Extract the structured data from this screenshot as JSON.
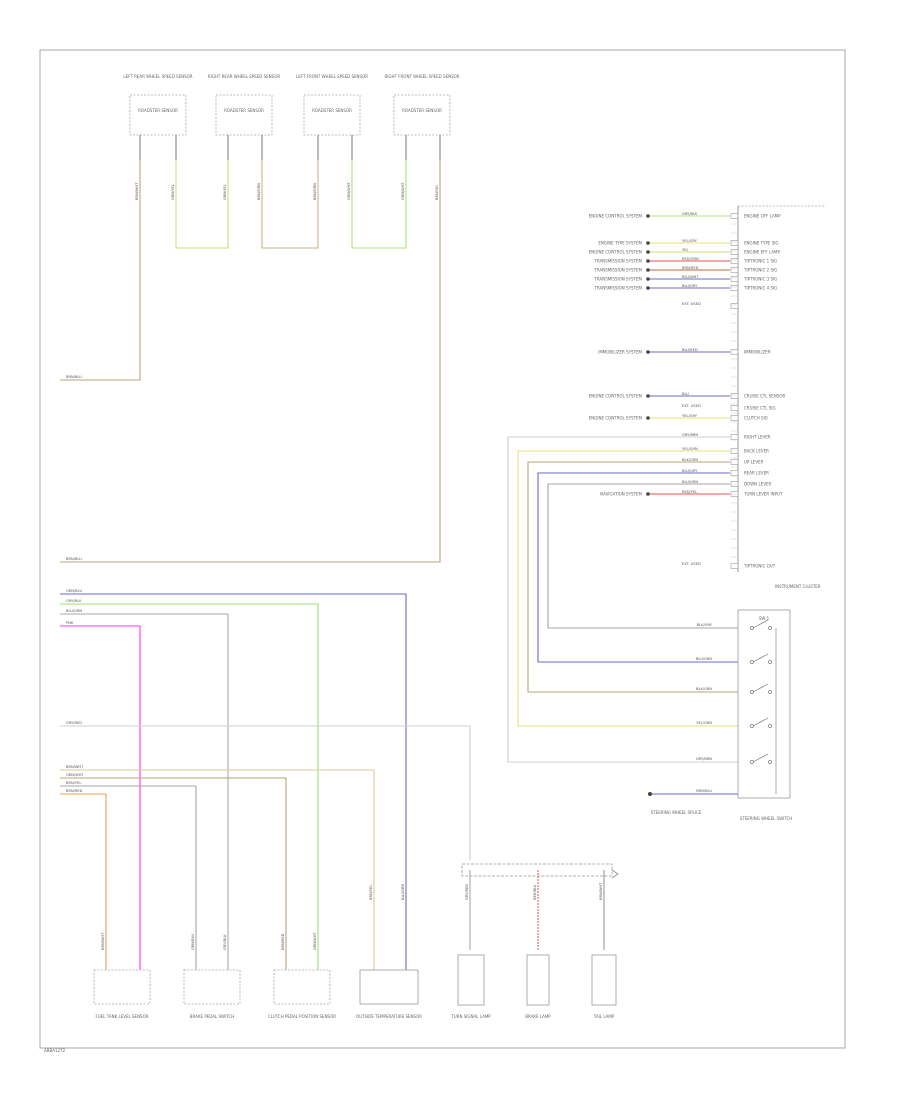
{
  "footer_code": "ABBA1272",
  "sensors": [
    {
      "title": "LEFT REAR WHEEL SPEED SENSOR",
      "label": "ROADSTER SENSOR",
      "wires": [
        "BRN/WHT",
        "GRN/YEL"
      ]
    },
    {
      "title": "RIGHT REAR WHEEL SPEED SENSOR",
      "label": "ROADSTER SENSOR",
      "wires": [
        "GRN/YEL",
        "BRN/GRN"
      ]
    },
    {
      "title": "LEFT FRONT WHEEL SPEED SENSOR",
      "label": "ROADSTER SENSOR",
      "wires": [
        "BRN/GRN",
        "GRN/WHT"
      ]
    },
    {
      "title": "RIGHT FRONT WHEEL SPEED SENSOR",
      "label": "ROADSTER SENSOR",
      "wires": [
        "GRN/WHT",
        "BRN/YEL"
      ]
    }
  ],
  "left_wires": {
    "top1": "BRN/BLU",
    "top2": "BRN/BLU",
    "group": [
      "GRN/BLU",
      "GRY/BLU",
      "BLU/GRN",
      "PNK"
    ],
    "single": "GRY/RED",
    "group2": [
      "BRN/WHT",
      "GRN/WHT",
      "BRN/YEL",
      "BRN/RED"
    ]
  },
  "cluster": {
    "name": "INSTRUMENT CLUSTER",
    "pins": [
      {
        "src": "ENGINE CONTROL SYSTEM",
        "wire": "GRY/BLK",
        "func": "ENGINE OFF LAMP"
      },
      {
        "src": "ENGINE TYPE SYSTEM",
        "wire": "YEL/GRY",
        "func": "ENGINE TYPE SIG"
      },
      {
        "src": "ENGINE CONTROL SYSTEM",
        "wire": "YEL",
        "func": "ENGINE EFF LAMP"
      },
      {
        "src": "TRANSMISSION SYSTEM",
        "wire": "RED/GRN",
        "func": "TIPTRONIC 1 SIG"
      },
      {
        "src": "TRANSMISSION SYSTEM",
        "wire": "BRN/RED",
        "func": "TIPTRONIC 2 SIG"
      },
      {
        "src": "TRANSMISSION SYSTEM",
        "wire": "BLU/WHT",
        "func": "TIPTRONIC 3 SIG"
      },
      {
        "src": "TRANSMISSION SYSTEM",
        "wire": "BLU/GRY",
        "func": "TIPTRONIC 4 SIG"
      },
      {
        "src": "",
        "wire": "EXT. USED",
        "func": ""
      },
      {
        "src": "IMMOBILIZER SYSTEM",
        "wire": "BLU/RED",
        "func": "IMMOBILIZER"
      },
      {
        "src": "ENGINE CONTROL SYSTEM",
        "wire": "BLU",
        "func": "CRUISE CTL SENSOR"
      },
      {
        "src": "",
        "wire": "EXT. USED",
        "func": "CRUISE CTL SIG"
      },
      {
        "src": "ENGINE CONTROL SYSTEM",
        "wire": "YEL/GRY",
        "func": "CLUTCH SIG"
      },
      {
        "src": "",
        "wire": "GRY/BRN",
        "func": "RIGHT LEVER"
      },
      {
        "src": "",
        "wire": "YEL/GRN",
        "func": "BACK LEVER"
      },
      {
        "src": "",
        "wire": "BLK/GRN",
        "func": "UP LEVER"
      },
      {
        "src": "",
        "wire": "BLU/GRY",
        "func": "REAR LEVER"
      },
      {
        "src": "",
        "wire": "BLU/GRN",
        "func": "DOWN LEVER"
      },
      {
        "src": "NAVIGATION SYSTEM",
        "wire": "RED/YEL",
        "func": "TURN LEVER INPUT"
      },
      {
        "src": "",
        "wire": "EXT. USED",
        "func": "TIPTRONIC OUT"
      }
    ]
  },
  "steering_switch": {
    "name": "STEERING WHEEL SWITCH",
    "header": "SW 1",
    "wires": [
      "BLU/GRY",
      "BLU/GRN",
      "BLK/GRN",
      "YEL/GRN",
      "GRY/BRN",
      "BRN/BLU"
    ],
    "ground_label": "STEERING WHEEL SPLICE"
  },
  "bottom_components": [
    {
      "name": "FUEL TANK LEVEL SENSOR",
      "wires": [
        "BRN/WHT",
        "PNK"
      ]
    },
    {
      "name": "BRAKE PEDAL SWITCH",
      "wires": [
        "GRN/BLU",
        "GRY/BLU"
      ]
    },
    {
      "name": "CLUTCH PEDAL POSITION SENSOR",
      "wires": [
        "BRN/RED",
        "GRN/WHT"
      ]
    },
    {
      "name": "OUTSIDE TEMPERATURE SENSOR",
      "wires": [
        "BRN/YEL",
        "BLU/GRN"
      ]
    },
    {
      "name": "TURN SIGNAL LAMP",
      "wires": [
        "GRY/RED"
      ]
    },
    {
      "name": "BRAKE LAMP",
      "wires": [
        "RED/BLK"
      ]
    },
    {
      "name": "TAIL LAMP",
      "wires": [
        "BRN/WHT"
      ]
    }
  ]
}
